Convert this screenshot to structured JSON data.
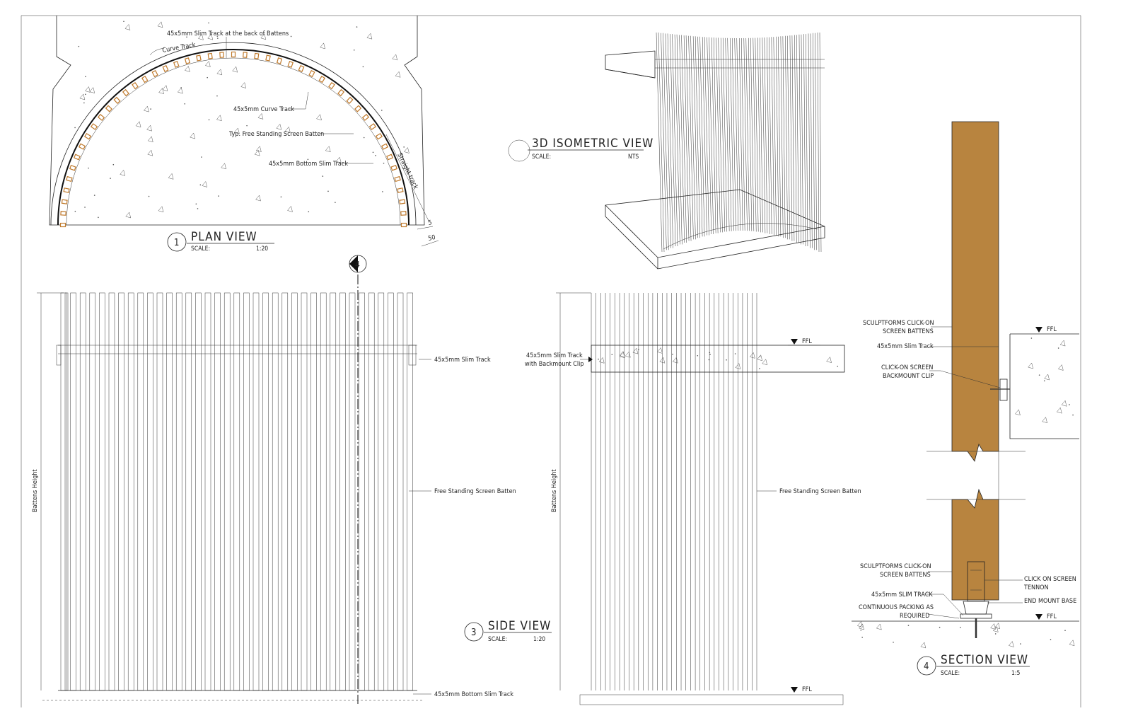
{
  "plan_view": {
    "number": "1",
    "title": "PLAN VIEW",
    "scale_label": "SCALE:",
    "scale": "1:20",
    "labels": {
      "slim_back": "45x5mm Slim Track at the back of Battens",
      "curve_track": "Curve Track",
      "curve_track_45": "45x5mm Curve Track",
      "typ_batten": "Typ. Free Standing Screen Batten",
      "bottom_slim": "45x5mm Bottom Slim Track",
      "straight_track": "Straight track"
    },
    "dims": {
      "d5": "5",
      "d50": "50"
    }
  },
  "iso_view": {
    "title": "3D ISOMETRIC VIEW",
    "scale_label": "SCALE:",
    "scale": "NTS"
  },
  "front_view": {
    "section_marker": "4",
    "labels": {
      "slim_track": "45x5mm Slim Track",
      "free_batten": "Free Standing Screen Batten",
      "bottom_slim": "45x5mm Bottom Slim Track",
      "battens_height": "Battens Height"
    }
  },
  "side_view": {
    "number": "3",
    "title": "SIDE VIEW",
    "scale_label": "SCALE:",
    "scale": "1:20",
    "labels": {
      "slim_backmount_1": "45x5mm Slim Track",
      "slim_backmount_2": "with Backmount Clip",
      "free_batten": "Free Standing Screen Batten",
      "battens_height": "Battens Height",
      "ffl_top": "FFL",
      "ffl_bottom": "FFL"
    }
  },
  "section_view": {
    "number": "4",
    "title": "SECTION VIEW",
    "scale_label": "SCALE:",
    "scale": "1:5",
    "batten_color": "#b8843f",
    "labels": {
      "click_on_1a": "SCULPTFORMS CLICK-ON",
      "click_on_1b": "SCREEN BATTENS",
      "slim_track": "45x5mm Slim Track",
      "backmount_a": "CLICK-ON SCREEN",
      "backmount_b": "BACKMOUNT CLIP",
      "click_on_2a": "SCULPTFORMS CLICK-ON",
      "click_on_2b": "SCREEN BATTENS",
      "slim_track_caps": "45x5mm SLIM TRACK",
      "packing_a": "CONTINUOUS PACKING AS",
      "packing_b": "REQUIRED",
      "tennon_a": "CLICK ON SCREEN",
      "tennon_b": "TENNON",
      "end_mount": "END MOUNT BASE",
      "ffl_top": "FFL",
      "ffl_bottom": "FFL"
    }
  }
}
